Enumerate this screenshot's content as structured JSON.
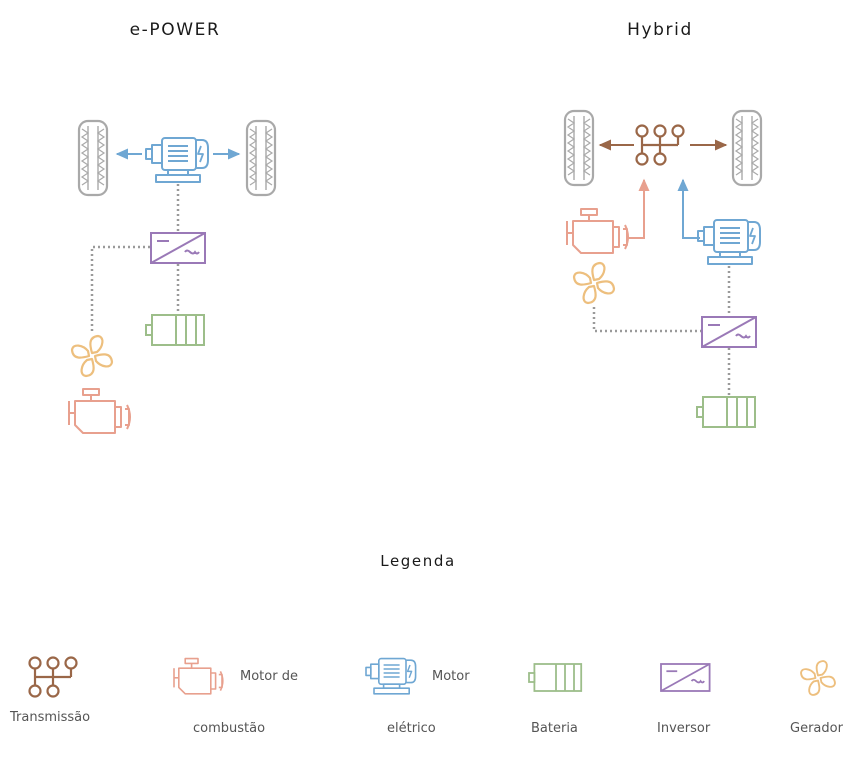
{
  "diagrams": {
    "epower_title": "e-POWER",
    "hybrid_title": "Hybrid"
  },
  "legend": {
    "title": "Legenda",
    "items": {
      "transmission": "Transmissão",
      "combustion_a": "Motor de",
      "combustion_b": "combustão",
      "electric_a": "Motor",
      "electric_b": "elétrico",
      "battery": "Bateria",
      "inverter": "Inversor",
      "generator": "Gerador"
    }
  },
  "colors": {
    "tire": "#a9a9a9",
    "motor": "#6fa7d3",
    "inverter": "#9a79b7",
    "battery": "#9dbe8a",
    "engine": "#e8a08e",
    "generator": "#edbf7e",
    "transmission": "#9a6748",
    "dots": "#9a9a9a"
  },
  "icons": [
    "tire-icon",
    "electric-motor-icon",
    "inverter-icon",
    "battery-icon",
    "generator-icon",
    "engine-icon",
    "transmission-icon"
  ]
}
